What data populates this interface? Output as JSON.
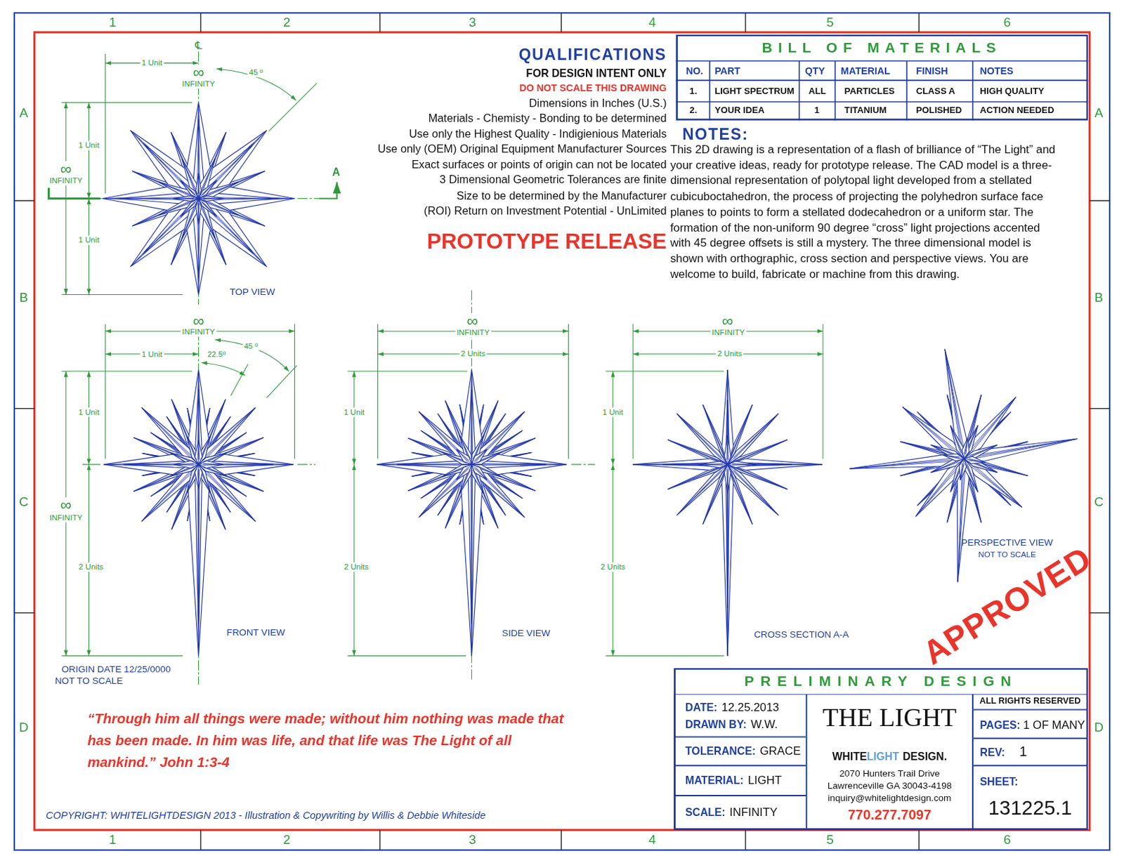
{
  "diagram": {
    "nodes": [
      {
        "text": [
          "BILL OF MATERIALS"
        ]
      },
      {
        "text": [
          "PRELIMINARY DESIGN"
        ]
      },
      {
        "text": [
          "DATE:",
          "12.25.2013",
          "DRAWN BY:",
          "W.W."
        ],
        "in": 1
      },
      {
        "text": [
          "TOLERANCE:",
          "GRACE"
        ],
        "in": 1
      },
      {
        "text": [
          "MATERIAL:",
          "LIGHT"
        ],
        "in": 1
      },
      {
        "text": [
          "SCALE:",
          "INFINITY"
        ],
        "in": 1
      },
      {
        "text": [
          "THE LIGHT",
          "WHITE",
          "LIGHT",
          "DESIGN.",
          "2070 Hunters Trail Drive",
          "Lawrenceville GA 30043-4198",
          "inquiry@whitelightdesign.com",
          "770.277.7097"
        ],
        "in": 1
      },
      {
        "text": [
          "ALL RIGHTS RESERVED"
        ],
        "in": 1
      },
      {
        "text": [
          "PAGES:",
          "1 OF MANY"
        ],
        "in": 1
      },
      {
        "text": [
          "REV:",
          "1"
        ],
        "in": 1
      },
      {
        "text": [
          "SHEET:",
          "131225.1"
        ],
        "in": 1
      }
    ],
    "labels": [
      "1",
      "2",
      "3",
      "4",
      "5",
      "6",
      "A",
      "B",
      "C",
      "D",
      "A",
      "B",
      "C",
      "D",
      "1",
      "2",
      "3",
      "4",
      "5",
      "6",
      "QUALIFICATIONS",
      "FOR DESIGN INTENT ONLY",
      "DO NOT SCALE THIS DRAWING",
      "Dimensions in Inches (U.S.)",
      "Materials - Chemisty - Bonding to be determined",
      "Use only the Highest Quality - Indigienious Materials",
      "Use only (OEM) Original Equipment Manufacturer Sources",
      "Exact surfaces or points of origin can not be located",
      "3 Dimensional Geometric Tolerances are finite",
      "Size to be determined by the Manufacturer",
      "(ROI) Return on Investment Potential - UnLimited",
      "PROTOTYPE RELEASE",
      "NOTES:",
      "This 2D drawing is a representation of a flash of brilliance of “The Light” and your creative ideas, ready for prototype release. The CAD model is a three-dimensional representation of polytopal light developed from a stellated cubicuboctahedron, the process of projecting the polyhedron surface face planes to points to form a stellated dodecahedron or a uniform star. The formation of the non-uniform 90 degree “cross” light projections accented with 45 degree offsets is still a mystery. The three dimensional model is shown with orthographic, cross section and perspective views. You are welcome to build, fabricate or machine from this drawing.",
      "NO.",
      "PART",
      "QTY",
      "MATERIAL",
      "FINISH",
      "NOTES",
      "1.",
      "LIGHT SPECTRUM",
      "ALL",
      "PARTICLES",
      "CLASS A",
      "HIGH QUALITY",
      "2.",
      "YOUR IDEA",
      "1",
      "TITANIUM",
      "POLISHED",
      "ACTION NEEDED",
      "1 Unit",
      "℄",
      "∞",
      "INFINITY",
      "45 º",
      "1 Unit",
      "∞",
      "INFINITY",
      "1 Unit",
      "A",
      "TOP VIEW",
      "∞",
      "INFINITY",
      "1 Unit",
      "22.5º",
      "45 º",
      "1 Unit",
      "∞",
      "INFINITY",
      "2 Units",
      "FRONT VIEW",
      "ORIGIN DATE 12/25/0000",
      "NOT TO SCALE",
      "∞",
      "INFINITY",
      "2 Units",
      "1 Unit",
      "2 Units",
      "SIDE VIEW",
      "∞",
      "INFINITY",
      "2 Units",
      "1 Unit",
      "2 Units",
      "CROSS SECTION A-A",
      "PERSPECTIVE VIEW",
      "NOT TO SCALE",
      "APPROVED",
      "“Through him all things were made; without him nothing was made that has been made. In him was life, and that life was The Light of all mankind.” John 1:3-4",
      "COPYRIGHT: WHITELIGHTDESIGN 2013 - Illustration & Copywriting by Willis & Debbie Whiteside"
    ]
  }
}
